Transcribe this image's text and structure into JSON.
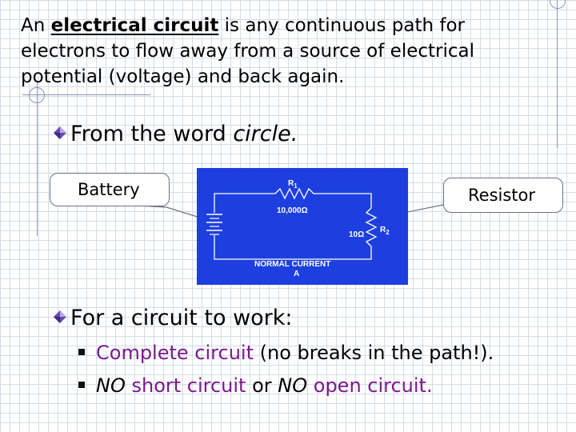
{
  "intro": {
    "prefix": "An ",
    "term": "electrical circuit",
    "rest": " is any continuous path for electrons to flow away from a source of electrical potential (voltage) and back again."
  },
  "bullet1": {
    "icon": "diamond-bullet-icon",
    "text_plain": "From the word ",
    "text_italic": "circle."
  },
  "callouts": {
    "battery": "Battery",
    "resistor": "Resistor"
  },
  "circuit": {
    "r1_label": "R",
    "r1_sub": "1",
    "r1_value": "10,000Ω",
    "r2_label": "R",
    "r2_sub": "2",
    "r2_value": "10Ω",
    "caption": "NORMAL CURRENT",
    "caption_sub": "A",
    "colors": {
      "background": "#1d3fe0",
      "wire": "#ffffff"
    }
  },
  "bullet2": {
    "icon": "diamond-bullet-icon",
    "text": "For a circuit to work:"
  },
  "subitems": [
    {
      "icon": "square-bullet-icon",
      "purple_text": "Complete circuit",
      "rest_text": " (no breaks in the path!)."
    },
    {
      "icon": "square-bullet-icon",
      "no1": "NO",
      "mid": " short circuit ",
      "or": "or ",
      "no2": "NO",
      "end": " open circuit."
    }
  ],
  "colors": {
    "accent_text": "#7b1a8c",
    "grid": "#d4dbe6"
  }
}
